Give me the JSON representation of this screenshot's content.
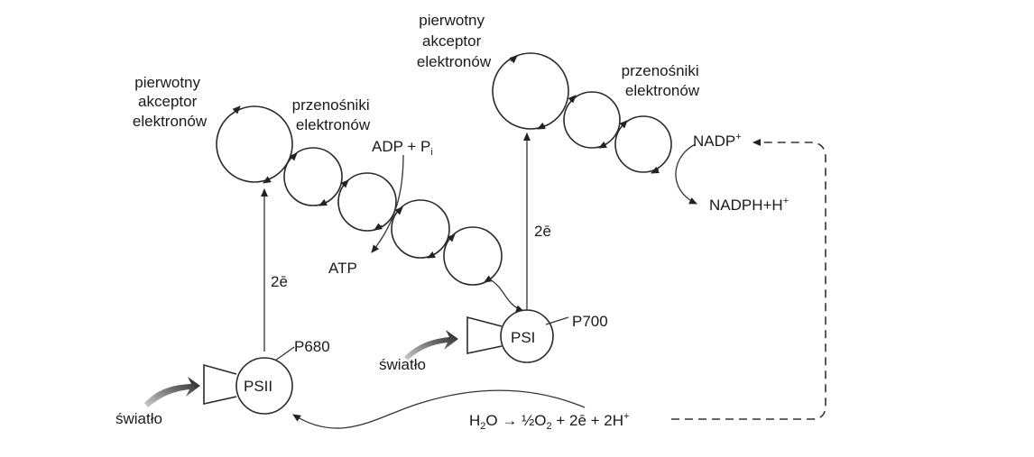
{
  "labels": {
    "primary_acceptor_1": [
      "pierwotny",
      "akceptor",
      "elektronów"
    ],
    "carriers_1": [
      "przenośniki",
      "elektronów"
    ],
    "primary_acceptor_2": [
      "pierwotny",
      "akceptor",
      "elektronów"
    ],
    "carriers_2": [
      "przenośniki",
      "elektronów"
    ],
    "adp": "ADP + P",
    "adp_sub": "i",
    "atp": "ATP",
    "two_e_1": "2ē",
    "two_e_2": "2ē",
    "psii": "PSII",
    "psi": "PSI",
    "p680": "P680",
    "p700": "P700",
    "light_1": "światło",
    "light_2": "światło",
    "nadp": "NADP",
    "nadp_sup": "+",
    "nadph": "NADPH+H",
    "nadph_sup": "+",
    "water_h": "H",
    "water_2": "2",
    "water_o": "O → ½O",
    "water_o2": "2",
    "water_rest": " + 2ē + 2H",
    "water_sup": "+"
  },
  "colors": {
    "line": "#2a2a2a",
    "arrow_fill": "#333333"
  }
}
